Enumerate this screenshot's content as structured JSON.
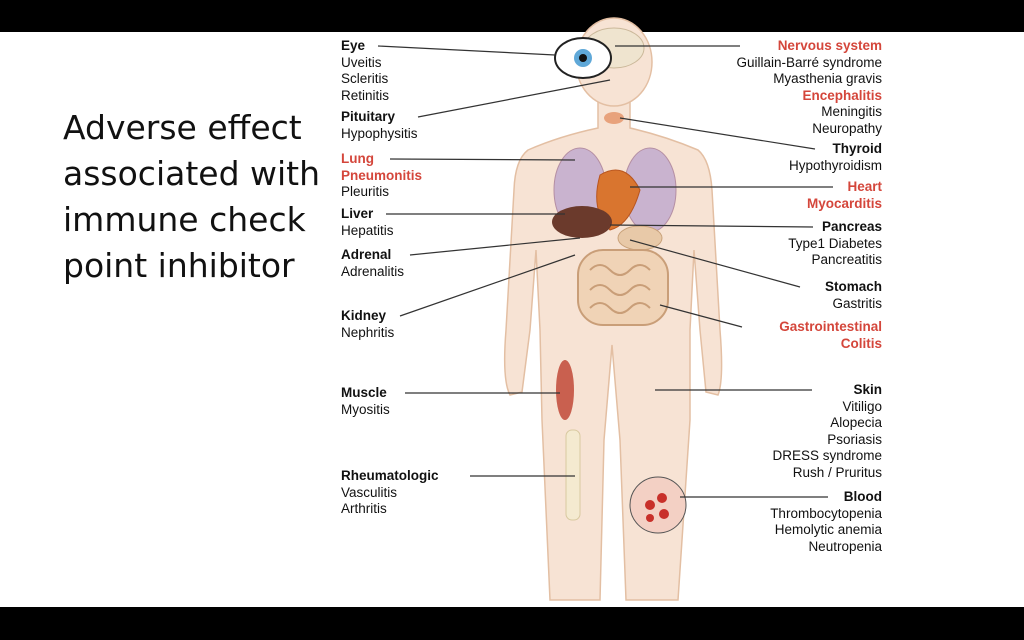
{
  "title": [
    "Adverse effect",
    "associated with",
    "immune check",
    "point inhibitor"
  ],
  "colors": {
    "accent_red": "#d4463b",
    "skin": "#f7e3d4"
  },
  "left_groups": [
    {
      "id": "eye",
      "lines": [
        {
          "t": "Eye",
          "s": "b"
        },
        {
          "t": "Uveitis",
          "s": "n"
        },
        {
          "t": "Scleritis",
          "s": "n"
        },
        {
          "t": "Retinitis",
          "s": "n"
        }
      ]
    },
    {
      "id": "pituitary",
      "lines": [
        {
          "t": "Pituitary",
          "s": "b"
        },
        {
          "t": "Hypophysitis",
          "s": "n"
        }
      ]
    },
    {
      "id": "lung",
      "lines": [
        {
          "t": "Lung",
          "s": "r"
        },
        {
          "t": "Pneumonitis",
          "s": "r"
        },
        {
          "t": "Pleuritis",
          "s": "n"
        }
      ]
    },
    {
      "id": "liver",
      "lines": [
        {
          "t": "Liver",
          "s": "b"
        },
        {
          "t": "Hepatitis",
          "s": "n"
        }
      ]
    },
    {
      "id": "adrenal",
      "lines": [
        {
          "t": "Adrenal",
          "s": "b"
        },
        {
          "t": "Adrenalitis",
          "s": "n"
        }
      ]
    },
    {
      "id": "kidney",
      "lines": [
        {
          "t": "Kidney",
          "s": "b"
        },
        {
          "t": "Nephritis",
          "s": "n"
        }
      ]
    },
    {
      "id": "muscle",
      "lines": [
        {
          "t": "Muscle",
          "s": "b"
        },
        {
          "t": "Myositis",
          "s": "n"
        }
      ]
    },
    {
      "id": "rheumatologic",
      "lines": [
        {
          "t": "Rheumatologic",
          "s": "b"
        },
        {
          "t": "Vasculitis",
          "s": "n"
        },
        {
          "t": "Arthritis",
          "s": "n"
        }
      ]
    }
  ],
  "right_groups": [
    {
      "id": "nervous-system",
      "lines": [
        {
          "t": "Nervous system",
          "s": "r"
        },
        {
          "t": "Guillain-Barré syndrome",
          "s": "n"
        },
        {
          "t": "Myasthenia gravis",
          "s": "n"
        },
        {
          "t": "Encephalitis",
          "s": "r"
        },
        {
          "t": "Meningitis",
          "s": "n"
        },
        {
          "t": "Neuropathy",
          "s": "n"
        }
      ]
    },
    {
      "id": "thyroid",
      "lines": [
        {
          "t": "Thyroid",
          "s": "b"
        },
        {
          "t": "Hypothyroidism",
          "s": "n"
        }
      ]
    },
    {
      "id": "heart",
      "lines": [
        {
          "t": "Heart",
          "s": "r"
        },
        {
          "t": "Myocarditis",
          "s": "r"
        }
      ]
    },
    {
      "id": "pancreas",
      "lines": [
        {
          "t": "Pancreas",
          "s": "b"
        },
        {
          "t": "Type1 Diabetes",
          "s": "n"
        },
        {
          "t": "Pancreatitis",
          "s": "n"
        }
      ]
    },
    {
      "id": "stomach",
      "lines": [
        {
          "t": "Stomach",
          "s": "b"
        },
        {
          "t": "Gastritis",
          "s": "n"
        }
      ]
    },
    {
      "id": "gastrointestinal",
      "lines": [
        {
          "t": "Gastrointestinal",
          "s": "r"
        },
        {
          "t": "Colitis",
          "s": "r"
        }
      ]
    },
    {
      "id": "skin",
      "lines": [
        {
          "t": "Skin",
          "s": "b"
        },
        {
          "t": "Vitiligo",
          "s": "n"
        },
        {
          "t": "Alopecia",
          "s": "n"
        },
        {
          "t": "Psoriasis",
          "s": "n"
        },
        {
          "t": "DRESS syndrome",
          "s": "n"
        },
        {
          "t": "Rush / Pruritus",
          "s": "n"
        }
      ]
    },
    {
      "id": "blood",
      "lines": [
        {
          "t": "Blood",
          "s": "b"
        },
        {
          "t": "Thrombocytopenia",
          "s": "n"
        },
        {
          "t": "Hemolytic anemia",
          "s": "n"
        },
        {
          "t": "Neutropenia",
          "s": "n"
        }
      ]
    }
  ]
}
